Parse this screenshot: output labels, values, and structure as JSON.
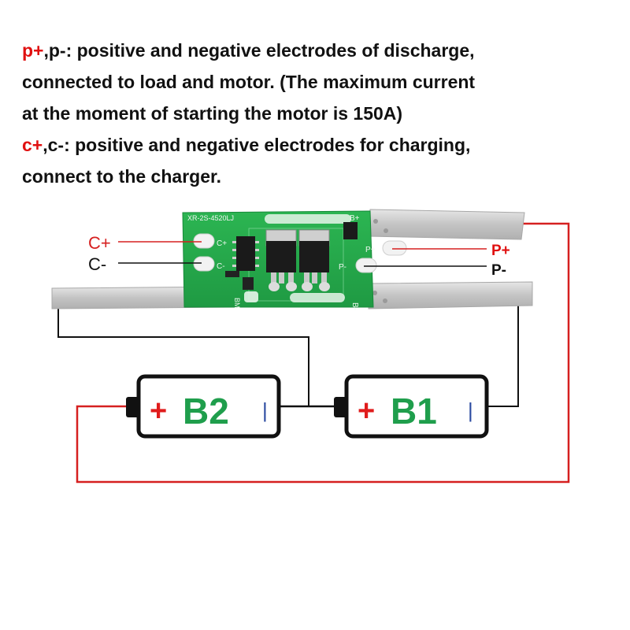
{
  "description": {
    "line1_key": "p+",
    "line1_rest": ",p-: positive and negative electrodes of discharge,",
    "line2": "connected to load and motor. (The maximum current",
    "line3": "at the moment of starting the motor is 150A)",
    "line4_key": "c+",
    "line4_rest": ",c-: positive and negative electrodes for charging,",
    "line5": "connect to the charger."
  },
  "board": {
    "silkscreen": "XR-2S-4520LJ",
    "pad_c_plus": "C+",
    "pad_c_minus": "C-",
    "pad_p_plus": "P+",
    "pad_p_minus": "P-",
    "pad_b_plus": "B+",
    "pad_b_minus": "B-",
    "pad_bm": "BM"
  },
  "labels": {
    "c_plus": "C+",
    "c_minus": "C-",
    "p_plus": "P+",
    "p_minus": "P-"
  },
  "batteries": [
    {
      "sign": "+",
      "name": "B2",
      "minus": "|"
    },
    {
      "sign": "+",
      "name": "B1",
      "minus": "|"
    }
  ],
  "colors": {
    "pcb_green": "#26a84a",
    "wire_red": "#d62020",
    "wire_black": "#111111",
    "battery_name": "#1f9e4c",
    "battery_plus": "#e01c1c",
    "nickel_strip": "#c9c9c9"
  }
}
